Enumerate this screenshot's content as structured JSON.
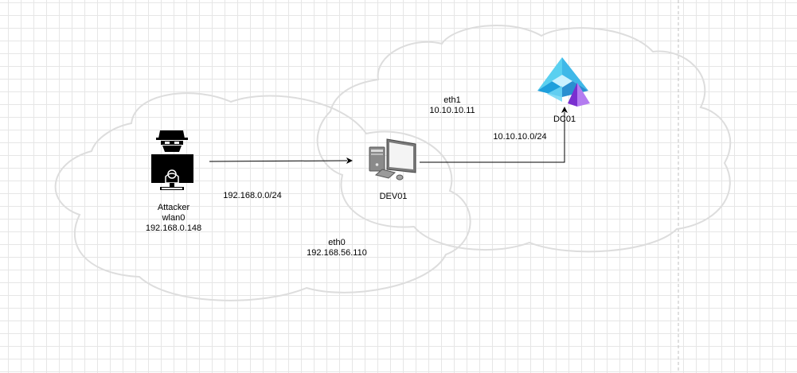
{
  "diagram": {
    "nodes": {
      "attacker": {
        "icon": "hacker-icon",
        "lines": [
          "Attacker",
          "wlan0",
          "192.168.0.148"
        ]
      },
      "dev01": {
        "icon": "desktop-computer-icon",
        "label": "DEV01"
      },
      "dc01": {
        "icon": "azure-ad-icon",
        "label": "DC01"
      }
    },
    "labels": {
      "attacker_net": "192.168.0.0/24",
      "dev01_eth1": [
        "eth1",
        "10.10.10.11"
      ],
      "dev01_eth0": [
        "eth0",
        "192.168.56.110"
      ],
      "dc_net": "10.10.10.0/24"
    },
    "colors": {
      "cloud_stroke": "#dddddd",
      "edge": "#000000",
      "grid": "#e6e6e6",
      "page_border": "#c0c0c0"
    }
  }
}
